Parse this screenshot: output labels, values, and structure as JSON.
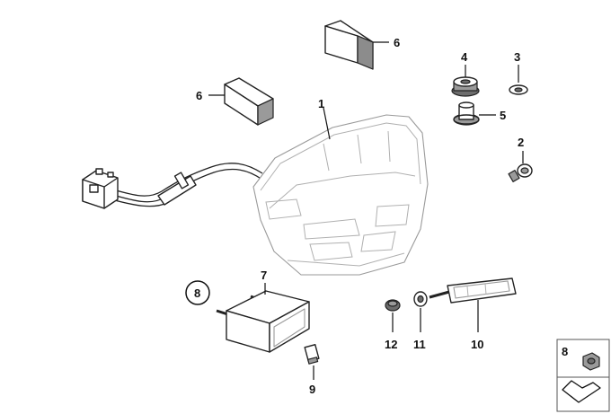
{
  "diagram": {
    "labels": {
      "p1": "1",
      "p2": "2",
      "p3": "3",
      "p4": "4",
      "p5": "5",
      "p6a": "6",
      "p6b": "6",
      "p7": "7",
      "p8a": "8",
      "p8b": "8",
      "p9": "9",
      "p10": "10",
      "p11": "11",
      "p12": "12"
    }
  },
  "colors": {
    "line": "#222222",
    "shade": "#9a9a9a",
    "shade_dark": "#6d6d6d",
    "faint": "#b0b0b0",
    "background": "#ffffff"
  }
}
